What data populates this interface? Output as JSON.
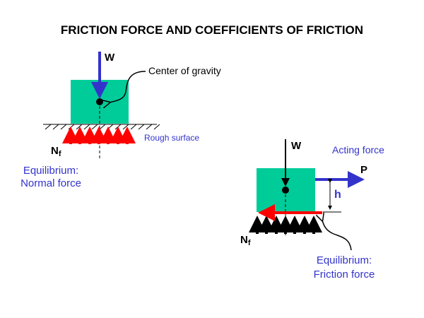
{
  "title": "FRICTION FORCE AND COEFFICIENTS OF FRICTION",
  "left_diagram": {
    "weight_label": "W",
    "cog_label": "Center of gravity",
    "surface_label": "Rough surface",
    "normal_label_main": "N",
    "normal_label_sub": "f",
    "caption_line1": "Equilibrium:",
    "caption_line2": "Normal force"
  },
  "right_diagram": {
    "weight_label": "W",
    "acting_label": "Acting force",
    "force_label": "P",
    "height_label": "h",
    "normal_label_main": "N",
    "normal_label_sub": "f",
    "caption_line1": "Equilibrium:",
    "caption_line2": "Friction force"
  },
  "colors": {
    "block": "#00cc99",
    "blue": "#3333cc",
    "red": "#ff0000",
    "text_blue": "#3333cc"
  }
}
